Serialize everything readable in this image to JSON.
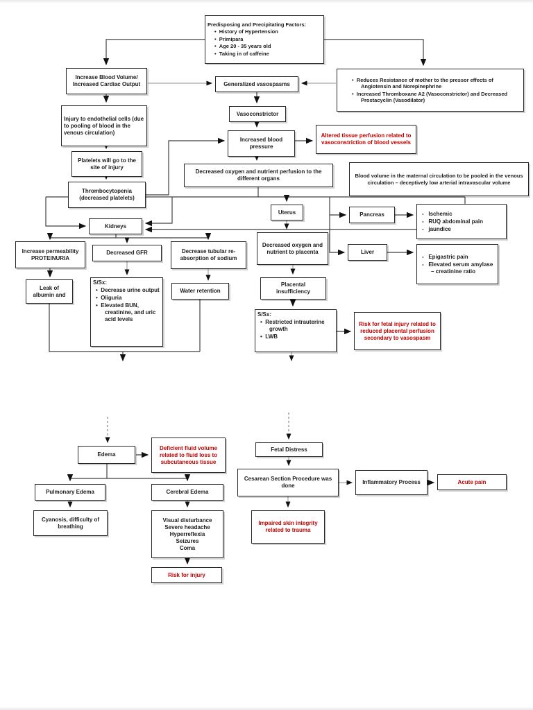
{
  "colors": {
    "alert_text": "#c00000",
    "box_border": "#262626",
    "line": "#3f3f3f",
    "page_bg": "#ffffff"
  },
  "nodes": {
    "predisposing": {
      "title": "Predisposing and Precipitating Factors:",
      "items": [
        "History of Hypertension",
        "Primipara",
        "Age 20 - 35 years old",
        "Taking in of caffeine"
      ]
    },
    "increase_bv": {
      "line1": "Increase Blood Volume/",
      "line2": "Increased Cardiac Output"
    },
    "injury_endo": {
      "text": "Injury to endothelial cells (due to pooling of blood in the venous circulation)"
    },
    "platelets": {
      "text": "Platelets will go to the site of injury"
    },
    "thrombo": {
      "line1": "Thrombocytopenia",
      "line2": "(decreased platelets)"
    },
    "gen_vaso": {
      "text": "Generalized vasospasms"
    },
    "vasoconstrictor": {
      "text": "Vasoconstrictor"
    },
    "inc_bp": {
      "line1": "Increased blood",
      "line2": "pressure"
    },
    "dec_o2_organs": {
      "text": "Decreased oxygen and nutrient perfusion to the different organs"
    },
    "pressor": {
      "items": [
        "Reduces Resistance of mother to the pressor effects of Angiotensin and Norepinephrine",
        "Increased Thromboxane A2 (Vasoconstrictor) and Decreased Prostacyclin (Vasodilator)"
      ]
    },
    "altered_tissue": {
      "text": "Altered tissue perfusion related to vasoconstriction of blood vessels"
    },
    "blood_pooled": {
      "text": "Blood volume in the maternal circulation to be pooled in the venous circulation – deceptively low arterial intravascular volume"
    },
    "uterus": {
      "text": "Uterus"
    },
    "pancreas": {
      "text": "Pancreas"
    },
    "liver": {
      "text": "Liver"
    },
    "kidneys": {
      "text": "Kidneys"
    },
    "pancreas_fx": {
      "items": [
        "Ischemic",
        "RUQ abdominal pain",
        "jaundice"
      ]
    },
    "liver_fx": {
      "items": [
        "Epigastric pain",
        "Elevated serum amylase – creatinine ratio"
      ]
    },
    "inc_perm": {
      "line1": "Increase permeability",
      "line2": "PROTEINURIA"
    },
    "dec_gfr": {
      "text": "Decreased GFR"
    },
    "dec_tubular": {
      "line1": "Decrease tubular re-",
      "line2": "absorption of sodium"
    },
    "leak_albumin": {
      "line1": "Leak of",
      "line2": "albumin and"
    },
    "ssx_kidneys": {
      "label": "S/Sx:",
      "items": [
        "Decrease urine output",
        "Oliguria",
        "Elevated BUN, creatinine, and uric acid levels"
      ]
    },
    "water_retention": {
      "text": "Water retention"
    },
    "dec_o2_placenta": {
      "text": "Decreased oxygen and nutrient to placenta"
    },
    "placental_insuf": {
      "line1": "Placental",
      "line2": "insufficiency"
    },
    "ssx_placenta": {
      "label": "S/Sx:",
      "items": [
        "Restricted intrauterine growth",
        "LWB"
      ]
    },
    "risk_fetal": {
      "text": "Risk for fetal injury related to reduced placental perfusion secondary to vasospasm"
    },
    "edema": {
      "text": "Edema"
    },
    "deficient_fluid": {
      "text": "Deficient fluid volume related to fluid loss to subcutaneous tissue"
    },
    "fetal_distress": {
      "text": "Fetal Distress"
    },
    "cesarean": {
      "text": "Cesarean Section Procedure was done"
    },
    "inflammatory": {
      "text": "Inflammatory Process"
    },
    "acute_pain": {
      "text": "Acute pain"
    },
    "pulmonary_edema": {
      "text": "Pulmonary Edema"
    },
    "cerebral_edema": {
      "text": "Cerebral Edema"
    },
    "cyanosis": {
      "text": "Cyanosis, difficulty of breathing"
    },
    "cerebral_sx": {
      "lines": [
        "Visual disturbance",
        "Severe headache",
        "Hyperreflexia",
        "Seizures",
        "Coma"
      ]
    },
    "risk_injury": {
      "text": "Risk for injury"
    },
    "impaired_skin": {
      "text": "Impaired skin integrity related to trauma"
    }
  }
}
